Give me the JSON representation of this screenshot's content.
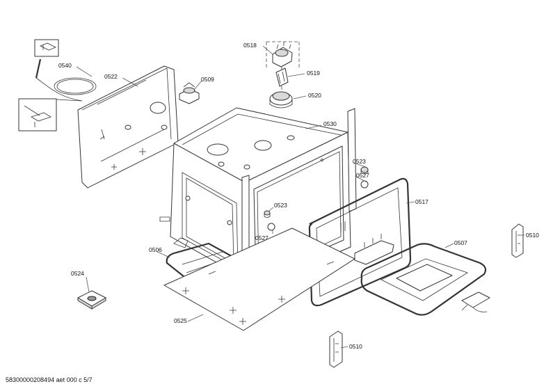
{
  "part_labels": {
    "p0540": "0540",
    "p0522": "0522",
    "p0518": "0518",
    "p0509": "0509",
    "p0519": "0519",
    "p0520": "0520",
    "p0530": "0530",
    "p0523a": "0523",
    "p0527a": "0527",
    "p0517": "0517",
    "p0523b": "0523",
    "p0527b": "0527",
    "p0506": "0506",
    "p0507": "0507",
    "p0510a": "0510",
    "p0524": "0524",
    "p0525": "0525",
    "p0510b": "0510"
  },
  "footer": {
    "document_id": "58300000208494 aet 000 c 5/7"
  }
}
